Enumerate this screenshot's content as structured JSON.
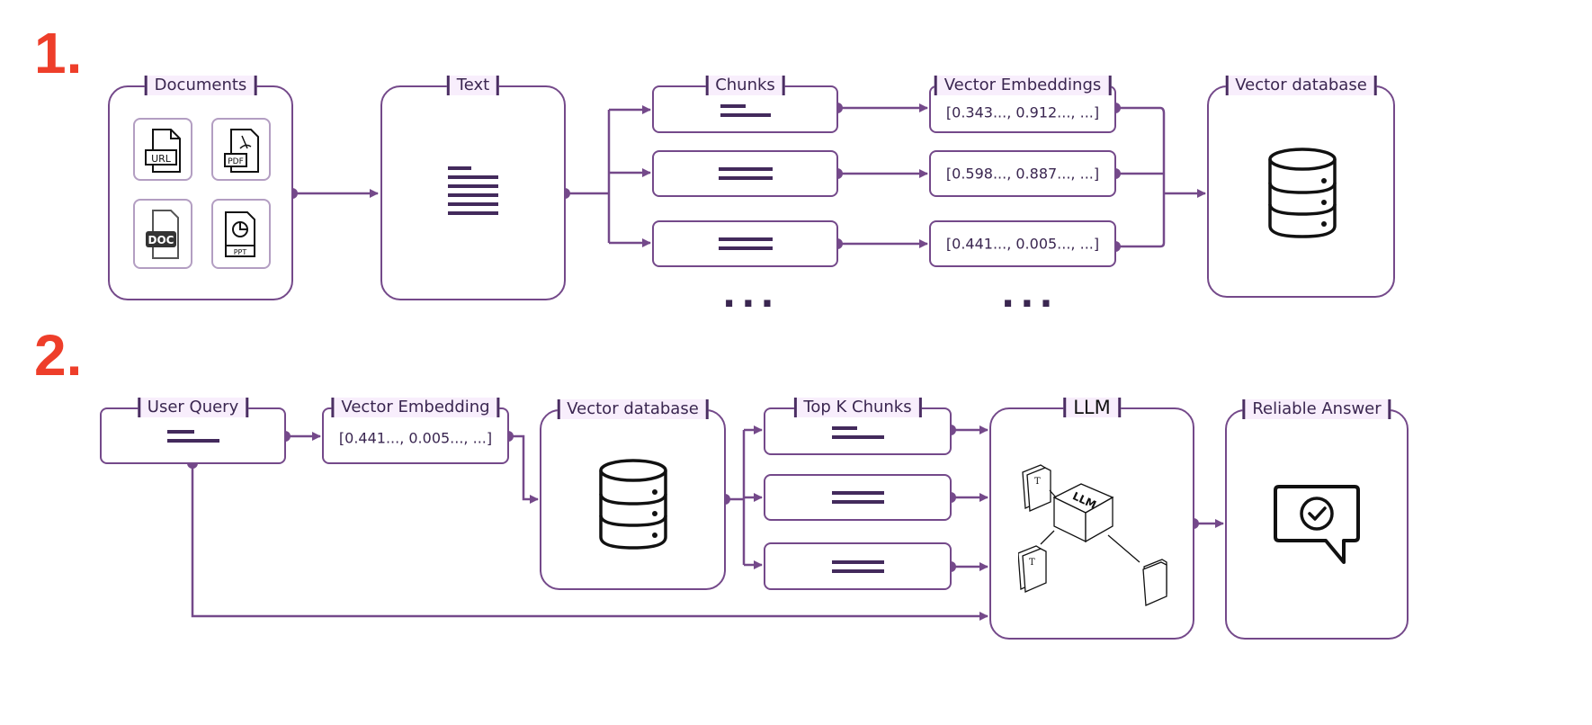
{
  "steps": [
    "1.",
    "2."
  ],
  "pipeline1": {
    "documents": {
      "label": "Documents",
      "file_types": [
        "URL",
        "PDF",
        "DOC",
        "PPT"
      ]
    },
    "text": {
      "label": "Text"
    },
    "chunks": {
      "label": "Chunks"
    },
    "embeddings": {
      "label": "Vector Embeddings",
      "values": [
        "[0.343..., 0.912..., ...]",
        "[0.598..., 0.887..., ...]",
        "[0.441..., 0.005..., ...]"
      ]
    },
    "vector_db": {
      "label": "Vector database"
    },
    "ellipsis": "..."
  },
  "pipeline2": {
    "user_query": {
      "label": "User Query"
    },
    "embedding": {
      "label": "Vector Embedding",
      "value": "[0.441..., 0.005..., ...]"
    },
    "vector_db": {
      "label": "Vector database"
    },
    "top_k": {
      "label": "Top K Chunks"
    },
    "llm": {
      "label": "LLM",
      "icon_text": "LLM"
    },
    "answer": {
      "label": "Reliable Answer"
    }
  },
  "colors": {
    "accent": "#74498a",
    "step": "#ee3e2a",
    "label_bg": "#f8eefc"
  }
}
